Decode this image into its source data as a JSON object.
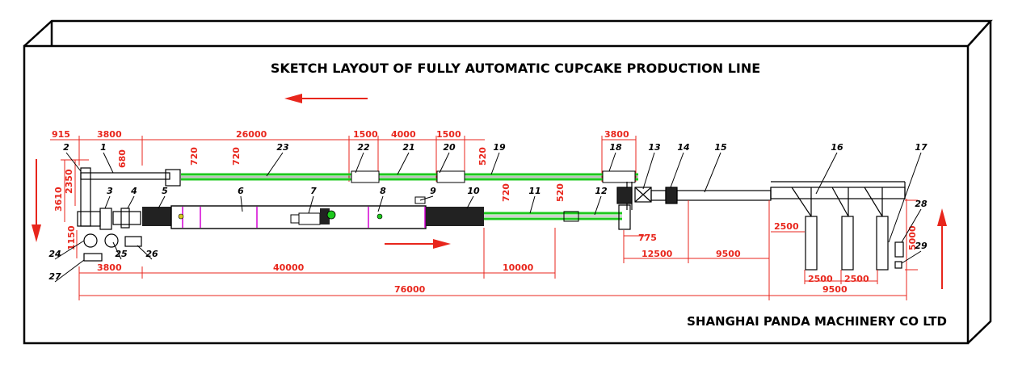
{
  "title": "SKETCH LAYOUT OF FULLY AUTOMATIC CUPCAKE PRODUCTION LINE",
  "company": "SHANGHAI PANDA MACHINERY CO LTD",
  "colors": {
    "frame": "#000000",
    "dimension": "#e8261c",
    "conveyor": "#1ec81e",
    "oven_accent": "#d400d4",
    "arrow": "#e8261c"
  },
  "dimensions": {
    "d915": "915",
    "d3800_top": "3800",
    "d26000": "26000",
    "d1500_a": "1500",
    "d4000": "4000",
    "d1500_b": "1500",
    "d3800_right": "3800",
    "d680": "680",
    "d720_a": "720",
    "d720_b": "720",
    "d520_a": "520",
    "d720_c": "720",
    "d520_b": "520",
    "d3610": "3610",
    "d2350": "2350",
    "d1150": "1150",
    "d3800_bottom": "3800",
    "d40000": "40000",
    "d10000": "10000",
    "d76000": "76000",
    "d775": "775",
    "d12500": "12500",
    "d9500_a": "9500",
    "d2500_side": "2500",
    "d2500_a": "2500",
    "d2500_b": "2500",
    "d9500_b": "9500",
    "d5000": "5000"
  },
  "callouts": [
    "1",
    "2",
    "3",
    "4",
    "5",
    "6",
    "7",
    "8",
    "9",
    "10",
    "11",
    "12",
    "13",
    "14",
    "15",
    "16",
    "17",
    "18",
    "19",
    "20",
    "21",
    "22",
    "23",
    "24",
    "25",
    "26",
    "27",
    "28",
    "29"
  ]
}
